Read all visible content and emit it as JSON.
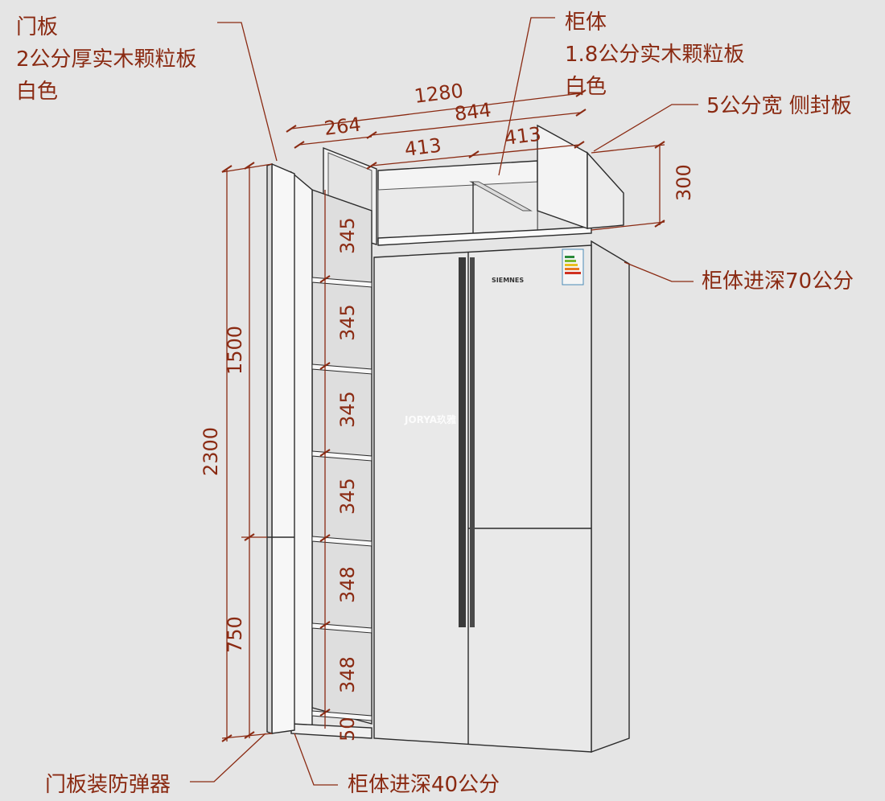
{
  "annotations": {
    "door_panel": [
      "门板",
      "2公分厚实木颗粒板",
      "白色"
    ],
    "cabinet": [
      "柜体",
      "1.8公分实木颗粒板",
      "白色"
    ],
    "side_panel": "5公分宽 侧封板",
    "cabinet_depth_main": "柜体进深70公分",
    "door_damper": "门板装防弹器",
    "cabinet_depth_side": "柜体进深40公分"
  },
  "dimensions": {
    "total_width": "1280",
    "fridge_width": "844",
    "side_width": "264",
    "top_left_bay": "413",
    "top_right_bay": "413",
    "top_height": "300",
    "total_height": "2300",
    "upper_door_height": "1500",
    "lower_door_height": "750",
    "shelves": [
      "345",
      "345",
      "345",
      "345",
      "348",
      "348"
    ],
    "plinth": "50"
  },
  "fridge": {
    "brand": "SIEMNES",
    "watermark": "JORYA玖雅"
  },
  "colors": {
    "annotation": "#8a2a12",
    "background": "#e5e5e5",
    "panel": "#f2f2f2",
    "fridge": "#e8e8e8",
    "handle": "#3a3a3a"
  }
}
